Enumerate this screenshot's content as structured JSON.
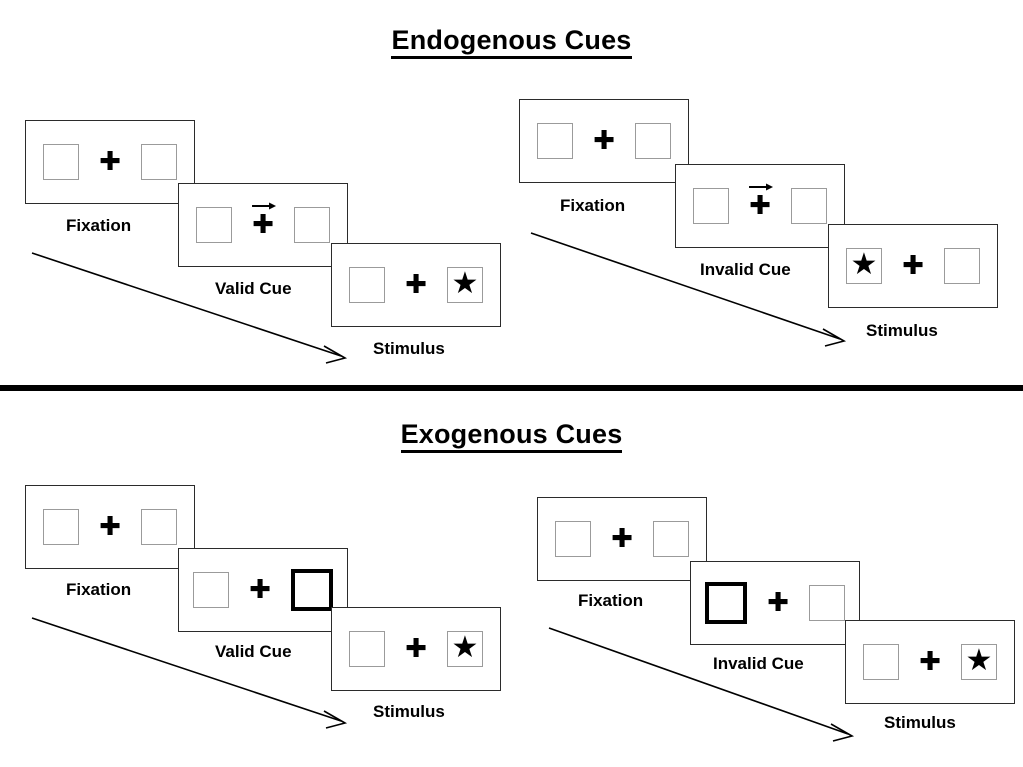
{
  "page": {
    "background": "#ffffff",
    "ink": "#000000",
    "square_border_color": "#9b9b9b",
    "panel_border_color": "#2b2b2b",
    "highlight_color": "#000000"
  },
  "sections": [
    {
      "id": "endogenous",
      "title": "Endogenous Cues",
      "columns": [
        {
          "id": "endogenous-valid",
          "cue_type": "valid",
          "panels": [
            {
              "caption": "Fixation",
              "left_box": {
                "content": "empty",
                "highlighted": false
              },
              "right_box": {
                "content": "empty",
                "highlighted": false
              },
              "center": {
                "fixation_cross": "✚",
                "cue_arrow": "none"
              }
            },
            {
              "caption": "Valid Cue",
              "left_box": {
                "content": "empty",
                "highlighted": false
              },
              "right_box": {
                "content": "empty",
                "highlighted": false
              },
              "center": {
                "fixation_cross": "✚",
                "cue_arrow": "right"
              }
            },
            {
              "caption": "Stimulus",
              "left_box": {
                "content": "empty",
                "highlighted": false
              },
              "right_box": {
                "content": "★",
                "highlighted": false
              },
              "center": {
                "fixation_cross": "✚",
                "cue_arrow": "none"
              }
            }
          ],
          "timeline_arrow": "time-progression-arrow"
        },
        {
          "id": "endogenous-invalid",
          "cue_type": "invalid",
          "panels": [
            {
              "caption": "Fixation",
              "left_box": {
                "content": "empty",
                "highlighted": false
              },
              "right_box": {
                "content": "empty",
                "highlighted": false
              },
              "center": {
                "fixation_cross": "✚",
                "cue_arrow": "none"
              }
            },
            {
              "caption": "Invalid Cue",
              "left_box": {
                "content": "empty",
                "highlighted": false
              },
              "right_box": {
                "content": "empty",
                "highlighted": false
              },
              "center": {
                "fixation_cross": "✚",
                "cue_arrow": "right"
              }
            },
            {
              "caption": "Stimulus",
              "left_box": {
                "content": "★",
                "highlighted": false
              },
              "right_box": {
                "content": "empty",
                "highlighted": false
              },
              "center": {
                "fixation_cross": "✚",
                "cue_arrow": "none"
              }
            }
          ],
          "timeline_arrow": "time-progression-arrow"
        }
      ]
    },
    {
      "id": "exogenous",
      "title": "Exogenous Cues",
      "columns": [
        {
          "id": "exogenous-valid",
          "cue_type": "valid",
          "panels": [
            {
              "caption": "Fixation",
              "left_box": {
                "content": "empty",
                "highlighted": false
              },
              "right_box": {
                "content": "empty",
                "highlighted": false
              },
              "center": {
                "fixation_cross": "✚",
                "cue_arrow": "none"
              }
            },
            {
              "caption": "Valid Cue",
              "left_box": {
                "content": "empty",
                "highlighted": false
              },
              "right_box": {
                "content": "empty",
                "highlighted": true
              },
              "center": {
                "fixation_cross": "✚",
                "cue_arrow": "none"
              }
            },
            {
              "caption": "Stimulus",
              "left_box": {
                "content": "empty",
                "highlighted": false
              },
              "right_box": {
                "content": "★",
                "highlighted": false
              },
              "center": {
                "fixation_cross": "✚",
                "cue_arrow": "none"
              }
            }
          ],
          "timeline_arrow": "time-progression-arrow"
        },
        {
          "id": "exogenous-invalid",
          "cue_type": "invalid",
          "panels": [
            {
              "caption": "Fixation",
              "left_box": {
                "content": "empty",
                "highlighted": false
              },
              "right_box": {
                "content": "empty",
                "highlighted": false
              },
              "center": {
                "fixation_cross": "✚",
                "cue_arrow": "none"
              }
            },
            {
              "caption": "Invalid Cue",
              "left_box": {
                "content": "empty",
                "highlighted": true
              },
              "right_box": {
                "content": "empty",
                "highlighted": false
              },
              "center": {
                "fixation_cross": "✚",
                "cue_arrow": "none"
              }
            },
            {
              "caption": "Stimulus",
              "left_box": {
                "content": "empty",
                "highlighted": false
              },
              "right_box": {
                "content": "★",
                "highlighted": false
              },
              "center": {
                "fixation_cross": "✚",
                "cue_arrow": "none"
              }
            }
          ],
          "timeline_arrow": "time-progression-arrow"
        }
      ]
    }
  ]
}
